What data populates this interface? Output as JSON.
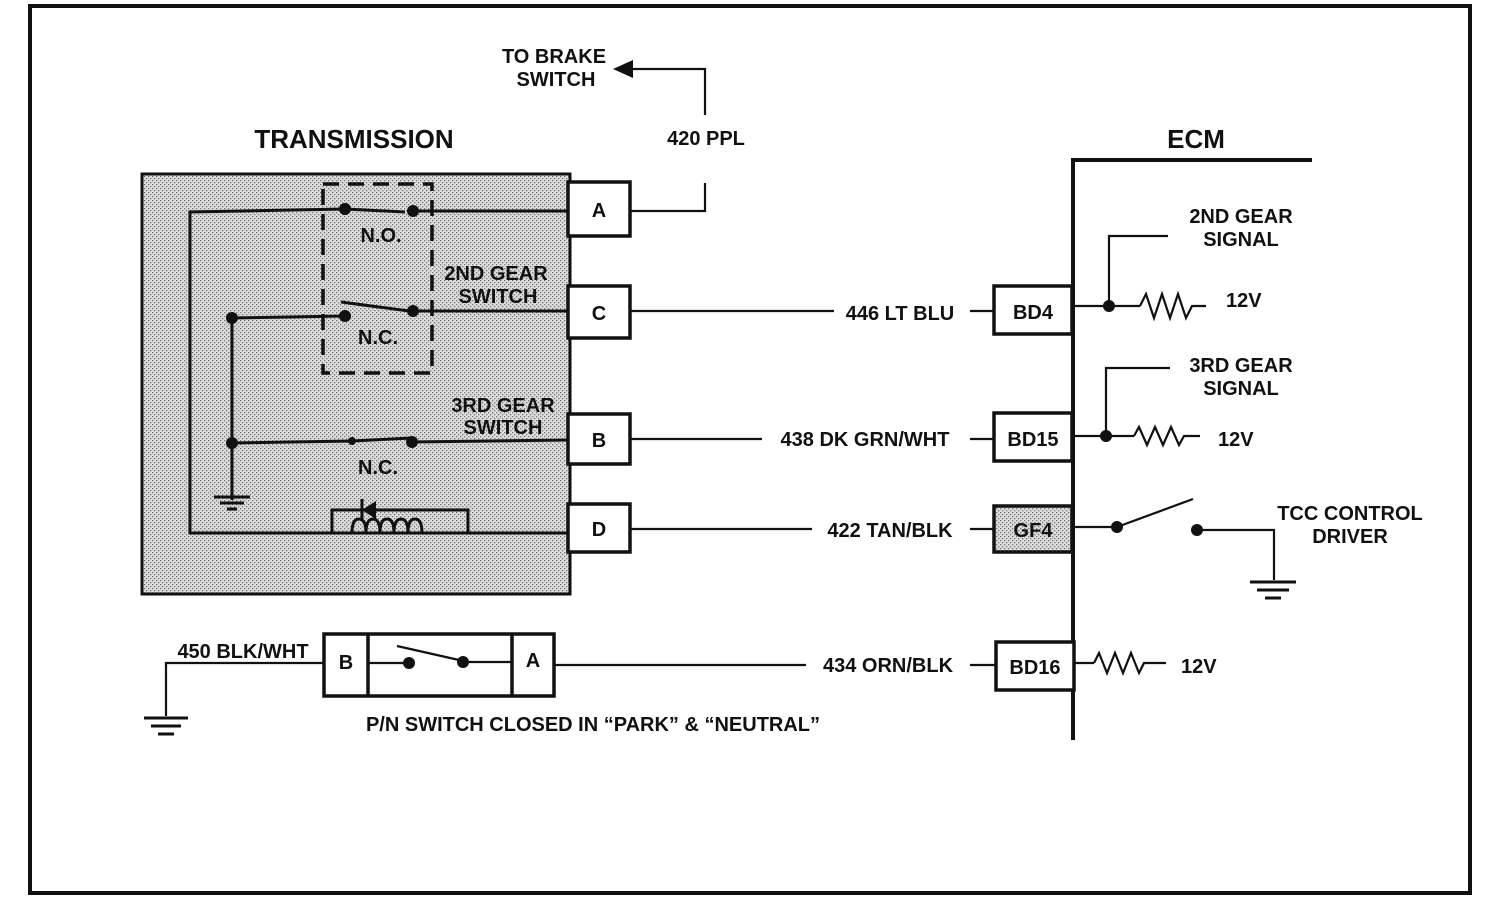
{
  "title": {
    "transmission": "TRANSMISSION",
    "ecm": "ECM"
  },
  "brake": {
    "line1": "TO BRAKE",
    "line2": "SWITCH",
    "wire": "420 PPL"
  },
  "pins": {
    "a": "A",
    "c": "C",
    "b": "B",
    "d": "D"
  },
  "switches": {
    "no": "N.O.",
    "nc_2nd": "N.C.",
    "nc_3rd": "N.C.",
    "second_1": "2ND GEAR",
    "second_2": "SWITCH",
    "third_1": "3RD GEAR",
    "third_2": "SWITCH"
  },
  "wires": {
    "w446": "446 LT BLU",
    "w438": "438 DK GRN/WHT",
    "w422": "422 TAN/BLK",
    "w434": "434 ORN/BLK",
    "w450": "450 BLK/WHT"
  },
  "ecm_pins": {
    "bd4": "BD4",
    "bd15": "BD15",
    "gf4": "GF4",
    "bd16": "BD16"
  },
  "signals": {
    "second_1": "2ND GEAR",
    "second_2": "SIGNAL",
    "third_1": "3RD GEAR",
    "third_2": "SIGNAL",
    "v1": "12V",
    "v2": "12V",
    "v3": "12V",
    "tcc_1": "TCC CONTROL",
    "tcc_2": "DRIVER"
  },
  "pn": {
    "pin_b": "B",
    "pin_a": "A",
    "caption": "P/N SWITCH CLOSED IN “PARK” & “NEUTRAL”"
  }
}
